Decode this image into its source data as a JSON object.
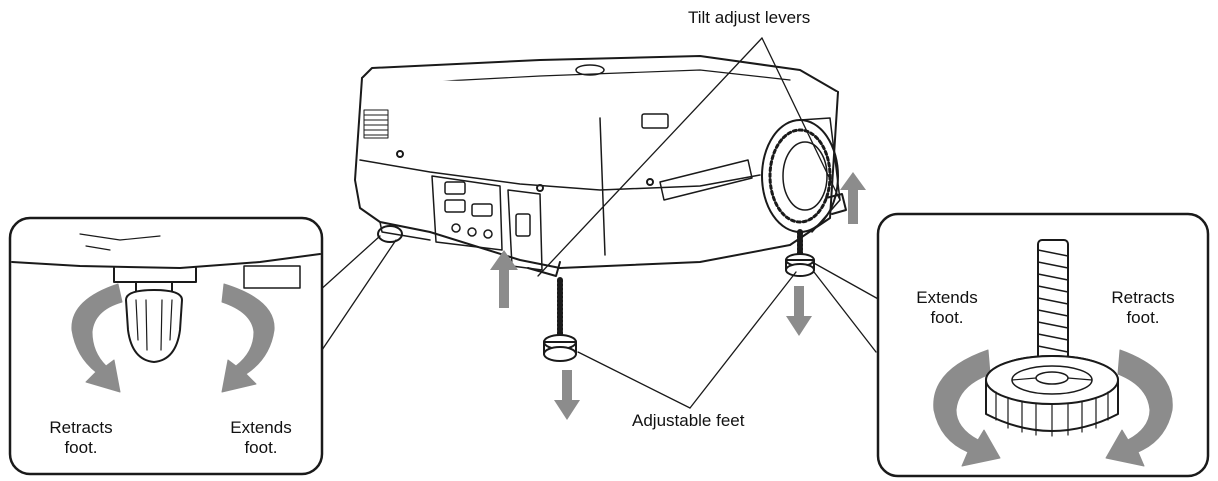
{
  "labels": {
    "tilt_adjust_levers": "Tilt adjust levers",
    "adjustable_feet": "Adjustable feet",
    "left_inset": {
      "retracts_line1": "Retracts",
      "retracts_line2": "foot.",
      "extends_line1": "Extends",
      "extends_line2": "foot."
    },
    "right_inset": {
      "extends_line1": "Extends",
      "extends_line2": "foot.",
      "retracts_line1": "Retracts",
      "retracts_line2": "foot."
    }
  },
  "colors": {
    "line": "#1a1a1a",
    "arrow_gray": "#8c8c8c",
    "background": "#ffffff"
  }
}
